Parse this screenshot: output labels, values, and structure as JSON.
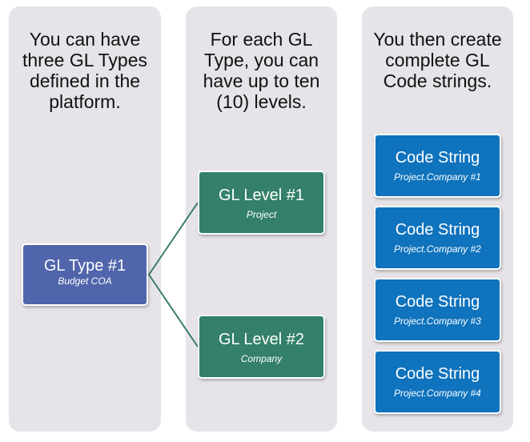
{
  "columns": [
    {
      "heading": "You can have three GL Types defined in the platform."
    },
    {
      "heading": "For each GL Type, you can have up to ten (10) levels."
    },
    {
      "heading": "You then create complete GL Code strings."
    }
  ],
  "gl_type": {
    "title": "GL Type #1",
    "subtitle": "Budget COA"
  },
  "gl_levels": [
    {
      "title": "GL Level #1",
      "subtitle": "Project"
    },
    {
      "title": "GL Level #2",
      "subtitle": "Company"
    }
  ],
  "code_strings": [
    {
      "title": "Code String",
      "subtitle": "Project.Company #1"
    },
    {
      "title": "Code String",
      "subtitle": "Project.Company #2"
    },
    {
      "title": "Code String",
      "subtitle": "Project.Company #3"
    },
    {
      "title": "Code String",
      "subtitle": "Project.Company #4"
    }
  ],
  "colors": {
    "column_bg": "#e6e4e8",
    "gl_type": "#5065ab",
    "gl_level": "#34806a",
    "code_string": "#0f73bd",
    "connector": "#3a7d6c"
  }
}
